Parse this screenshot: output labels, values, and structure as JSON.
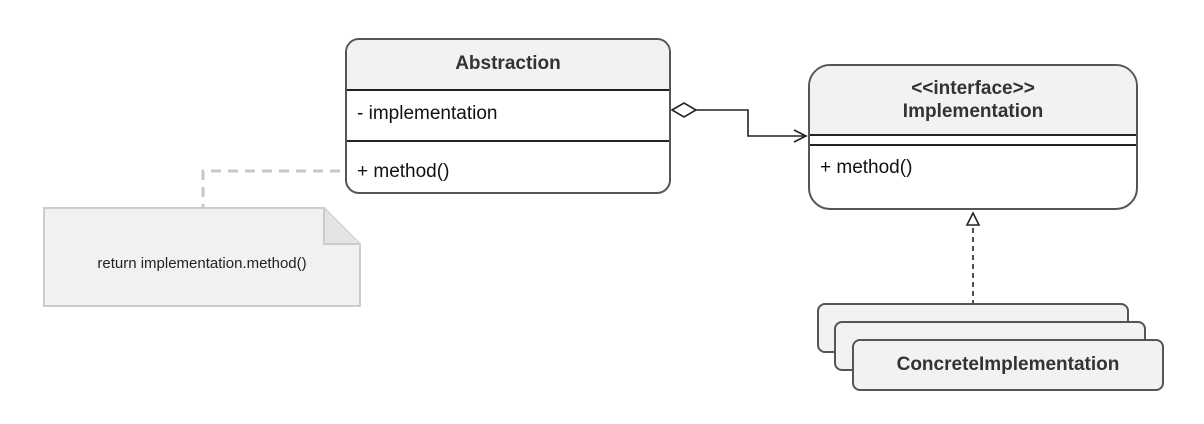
{
  "abstraction": {
    "title": "Abstraction",
    "field": "- implementation",
    "method": "+ method()"
  },
  "implementation": {
    "stereotype": "<<interface>>",
    "title": "Implementation",
    "method": "+ method()"
  },
  "concrete": {
    "title": "ConcreteImplementation"
  },
  "note": {
    "text": "return implementation.method()"
  },
  "colors": {
    "border": "#555555",
    "header_fill": "#f2f2f2",
    "note_fill": "#f1f1f1",
    "note_border": "#cccccc"
  }
}
